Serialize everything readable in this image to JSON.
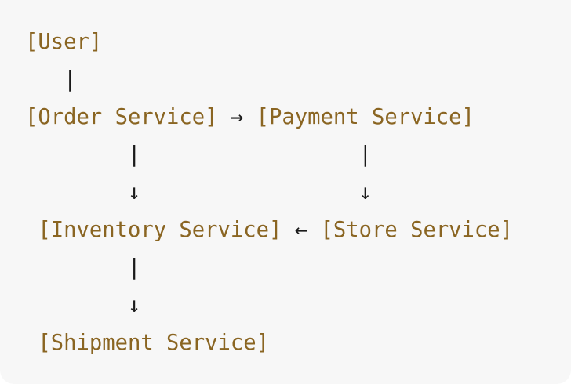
{
  "diagram": {
    "nodes": {
      "user": "[User]",
      "order": "[Order Service]",
      "payment": "[Payment Service]",
      "inventory": "[Inventory Service]",
      "store": "[Store Service]",
      "shipment": "[Shipment Service]"
    },
    "connectors": {
      "vertical": "|",
      "arrow_right": "→",
      "arrow_left": "←",
      "arrow_down": "↓"
    }
  }
}
